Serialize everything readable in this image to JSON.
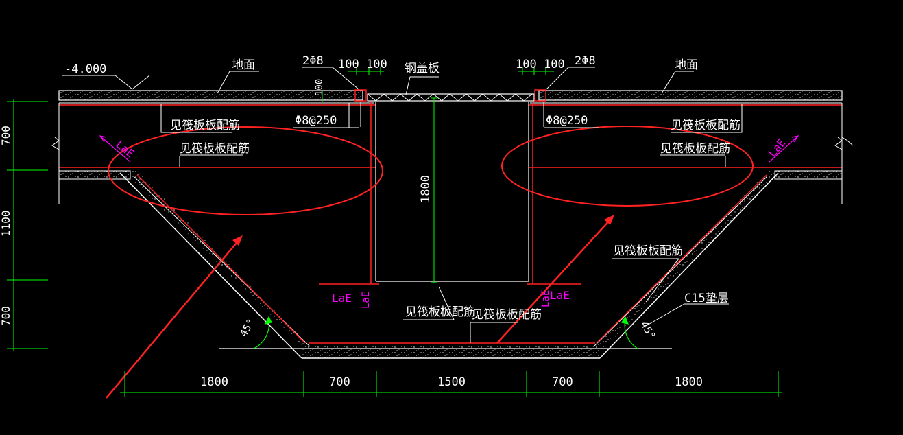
{
  "colors": {
    "background": "#000000",
    "line": "#ffffff",
    "rebar": "#ff2020",
    "dimension": "#00ff00",
    "laE": "#ff00ff",
    "annotation": "#ff2222",
    "leader": "#ffffff"
  },
  "labels": {
    "elevation": "-4.000",
    "ground_left": "地面",
    "ground_right": "地面",
    "bars_left": "2Φ8",
    "bars_right": "2Φ8",
    "gap_a": "100",
    "gap_b": "100",
    "gap_c": "100",
    "gap_d": "100",
    "cover_plate": "钢盖板",
    "vert_100": "100",
    "stirrup_left": "Φ8@250",
    "stirrup_right": "Φ8@250",
    "raft_top_left": "见筏板板配筋",
    "raft_bot_left": "见筏板板配筋",
    "raft_top_right": "见筏板板配筋",
    "raft_bot_right": "见筏板板配筋",
    "raft_slope_right": "见筏板板配筋",
    "raft_base_1": "见筏板板配筋",
    "raft_base_2": "见筏板板配筋",
    "pit_depth": "1800",
    "cushion": "C15垫层",
    "angle_left": "45°",
    "angle_right": "45°",
    "laE_left_top": "LaE",
    "laE_right_top": "LaE",
    "laE_left_bot": "LaE",
    "laE_left_bot_v": "LaE",
    "laE_right_bot": "LaE",
    "laE_right_bot_v": "LaE",
    "left_dim_1": "700",
    "left_dim_2": "1100",
    "left_dim_3": "700"
  },
  "dimensions": [
    "1800",
    "700",
    "1500",
    "700",
    "1800"
  ]
}
